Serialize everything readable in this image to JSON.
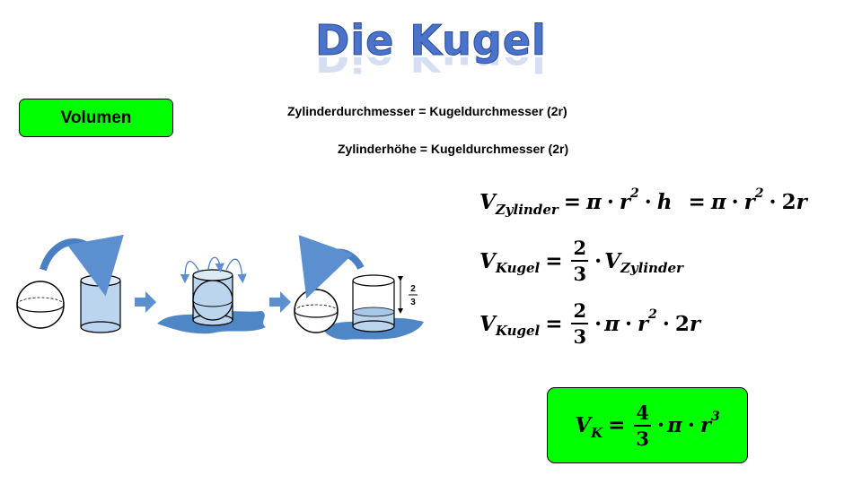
{
  "title": "Die Kugel",
  "volumen_label": "Volumen",
  "notes": {
    "diameter": "Zylinderdurchmesser = Kugeldurchmesser (2r)",
    "height": "Zylinderhöhe = Kugeldurchmesser (2r)"
  },
  "formulas": {
    "f1": {
      "lhs": "V",
      "lhs_sub": "Zylinder",
      "eq": "=",
      "pi": "π",
      "dot": "·",
      "r": "r",
      "exp": "2",
      "h": "h",
      "two": "2"
    },
    "f2": {
      "lhs": "V",
      "lhs_sub": "Kugel",
      "eq": "=",
      "num": "2",
      "den": "3",
      "dot": "·",
      "v": "V",
      "v_sub": "Zylinder"
    },
    "f3": {
      "lhs": "V",
      "lhs_sub": "Kugel",
      "eq": "=",
      "num": "2",
      "den": "3",
      "dot": "·",
      "pi": "π",
      "r": "r",
      "exp": "2",
      "two": "2"
    },
    "result": {
      "lhs": "V",
      "lhs_sub": "K",
      "eq": "=",
      "num": "4",
      "den": "3",
      "dot": "·",
      "pi": "π",
      "r": "r",
      "exp": "3"
    }
  },
  "illustration": {
    "level_num": "2",
    "level_den": "3"
  },
  "colors": {
    "accent_green": "#00ff00",
    "title_blue": "#4a73c9",
    "water_blue": "#4f86c6",
    "arrow_blue": "#5b8fd0"
  }
}
